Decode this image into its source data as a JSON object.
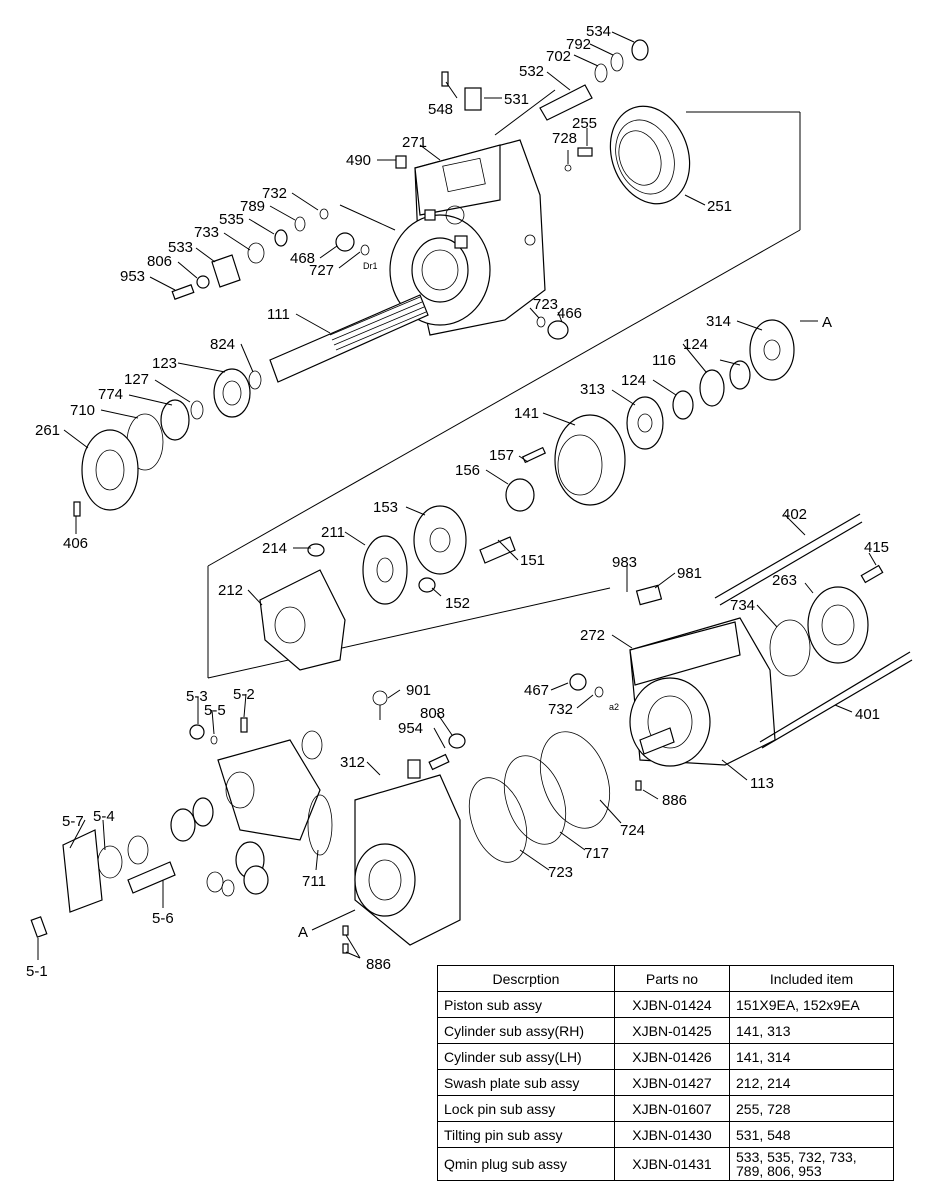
{
  "callouts": [
    {
      "id": "534",
      "label": "534"
    },
    {
      "id": "792",
      "label": "792"
    },
    {
      "id": "702",
      "label": "702"
    },
    {
      "id": "532",
      "label": "532"
    },
    {
      "id": "548",
      "label": "548"
    },
    {
      "id": "531",
      "label": "531"
    },
    {
      "id": "728",
      "label": "728"
    },
    {
      "id": "255",
      "label": "255"
    },
    {
      "id": "271",
      "label": "271"
    },
    {
      "id": "490",
      "label": "490"
    },
    {
      "id": "251",
      "label": "251"
    },
    {
      "id": "732a",
      "label": "732"
    },
    {
      "id": "789",
      "label": "789"
    },
    {
      "id": "535",
      "label": "535"
    },
    {
      "id": "733",
      "label": "733"
    },
    {
      "id": "533",
      "label": "533"
    },
    {
      "id": "806",
      "label": "806"
    },
    {
      "id": "953",
      "label": "953"
    },
    {
      "id": "468",
      "label": "468"
    },
    {
      "id": "727",
      "label": "727"
    },
    {
      "id": "dr1",
      "label": "Dr1"
    },
    {
      "id": "723a",
      "label": "723"
    },
    {
      "id": "466",
      "label": "466"
    },
    {
      "id": "111",
      "label": "111"
    },
    {
      "id": "314",
      "label": "314"
    },
    {
      "id": "A1",
      "label": "A"
    },
    {
      "id": "824",
      "label": "824"
    },
    {
      "id": "124a",
      "label": "124"
    },
    {
      "id": "116",
      "label": "116"
    },
    {
      "id": "123",
      "label": "123"
    },
    {
      "id": "127",
      "label": "127"
    },
    {
      "id": "774",
      "label": "774"
    },
    {
      "id": "313",
      "label": "313"
    },
    {
      "id": "124b",
      "label": "124"
    },
    {
      "id": "710",
      "label": "710"
    },
    {
      "id": "141",
      "label": "141"
    },
    {
      "id": "261",
      "label": "261"
    },
    {
      "id": "157",
      "label": "157"
    },
    {
      "id": "156",
      "label": "156"
    },
    {
      "id": "406",
      "label": "406"
    },
    {
      "id": "153",
      "label": "153"
    },
    {
      "id": "402",
      "label": "402"
    },
    {
      "id": "214",
      "label": "214"
    },
    {
      "id": "211",
      "label": "211"
    },
    {
      "id": "151",
      "label": "151"
    },
    {
      "id": "415",
      "label": "415"
    },
    {
      "id": "983",
      "label": "983"
    },
    {
      "id": "981",
      "label": "981"
    },
    {
      "id": "263",
      "label": "263"
    },
    {
      "id": "212",
      "label": "212"
    },
    {
      "id": "152",
      "label": "152"
    },
    {
      "id": "734",
      "label": "734"
    },
    {
      "id": "272",
      "label": "272"
    },
    {
      "id": "53",
      "label": "5-3"
    },
    {
      "id": "52",
      "label": "5-2"
    },
    {
      "id": "55",
      "label": "5-5"
    },
    {
      "id": "901",
      "label": "901"
    },
    {
      "id": "467",
      "label": "467"
    },
    {
      "id": "808",
      "label": "808"
    },
    {
      "id": "954",
      "label": "954"
    },
    {
      "id": "732b",
      "label": "732"
    },
    {
      "id": "a2",
      "label": "a2"
    },
    {
      "id": "401",
      "label": "401"
    },
    {
      "id": "312",
      "label": "312"
    },
    {
      "id": "113",
      "label": "113"
    },
    {
      "id": "886a",
      "label": "886"
    },
    {
      "id": "57",
      "label": "5-7"
    },
    {
      "id": "54",
      "label": "5-4"
    },
    {
      "id": "711",
      "label": "711"
    },
    {
      "id": "724",
      "label": "724"
    },
    {
      "id": "717",
      "label": "717"
    },
    {
      "id": "723b",
      "label": "723"
    },
    {
      "id": "56",
      "label": "5-6"
    },
    {
      "id": "A2",
      "label": "A"
    },
    {
      "id": "886b",
      "label": "886"
    },
    {
      "id": "51",
      "label": "5-1"
    }
  ],
  "table": {
    "headers": [
      "Descrption",
      "Parts no",
      "Included item"
    ],
    "rows": [
      {
        "desc": "Piston sub assy",
        "part": "XJBN-01424",
        "included": "151X9EA, 152x9EA"
      },
      {
        "desc": "Cylinder sub assy(RH)",
        "part": "XJBN-01425",
        "included": "141, 313"
      },
      {
        "desc": "Cylinder sub assy(LH)",
        "part": "XJBN-01426",
        "included": "141, 314"
      },
      {
        "desc": "Swash plate sub assy",
        "part": "XJBN-01427",
        "included": "212, 214"
      },
      {
        "desc": "Lock pin sub assy",
        "part": "XJBN-01607",
        "included": "255, 728"
      },
      {
        "desc": "Tilting pin sub assy",
        "part": "XJBN-01430",
        "included": "531, 548"
      },
      {
        "desc": "Qmin plug sub assy",
        "part": "XJBN-01431",
        "included": "533, 535, 732, 733, 789, 806, 953"
      }
    ]
  }
}
